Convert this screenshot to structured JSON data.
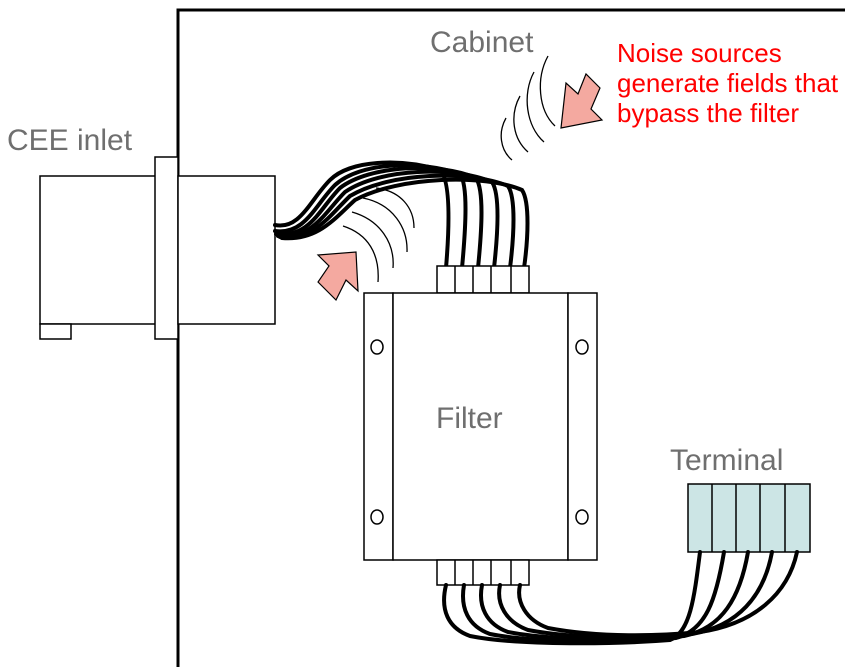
{
  "labels": {
    "cee_inlet": "CEE inlet",
    "cabinet": "Cabinet",
    "filter": "Filter",
    "terminal": "Terminal",
    "noise_note": "Noise sources generate fields that bypass the filter"
  },
  "colors": {
    "label_gray": "#6f6f6f",
    "note_red": "#ff0000",
    "arrow_fill": "#f4a9a0",
    "terminal_fill": "#cce5e5",
    "line": "#000000"
  }
}
